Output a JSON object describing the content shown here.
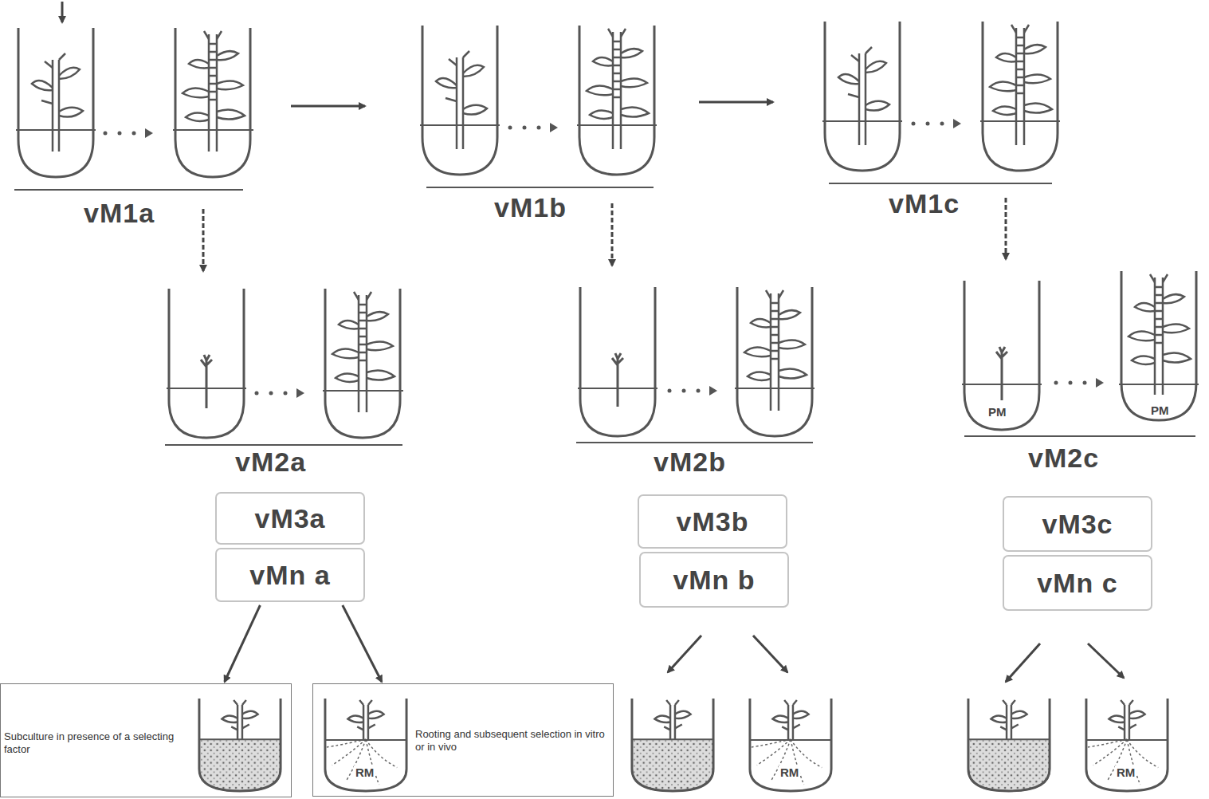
{
  "diagram": {
    "nodes": [
      {
        "text": [
          "vM3a"
        ]
      },
      {
        "text": [
          "vMn a"
        ]
      },
      {
        "text": [
          "vM3b"
        ]
      },
      {
        "text": [
          "vMn b"
        ]
      },
      {
        "text": [
          "vM3c"
        ]
      },
      {
        "text": [
          "vMn c"
        ]
      },
      {
        "text": [
          "Subculture in presence of a selecting factor"
        ]
      },
      {
        "text": [
          "Rooting and subsequent selection in vitro or in vivo"
        ]
      }
    ],
    "edges": [
      {
        "from": 1,
        "to": 6,
        "arrow": "to"
      },
      {
        "from": 1,
        "to": 7,
        "arrow": "to"
      }
    ],
    "labels": [
      "vM1a",
      "vM1b",
      "vM1c",
      "PM",
      "PM",
      "vM2a",
      "vM2b",
      "vM2c",
      "RM",
      "RM",
      "RM"
    ]
  }
}
